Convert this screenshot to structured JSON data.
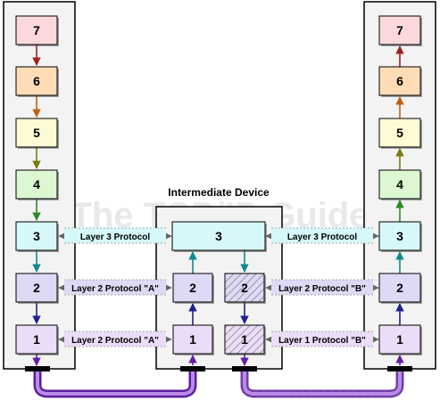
{
  "watermark": "The TCP/IP Guide",
  "device_title": "Intermediate Device",
  "colors": {
    "stack_bg": "#f3f3f3",
    "stack_border": "#000000",
    "layer_fills": {
      "7": "#fbd9db",
      "6": "#fddcb6",
      "5": "#fdfbd6",
      "4": "#ddf7d3",
      "3": "#d6f8fb",
      "2": "#ded9f5",
      "1": "#ebdcf7"
    },
    "arrow_colors": {
      "7-6": "#a02020",
      "6-5": "#c25e10",
      "5-4": "#7a7a10",
      "4-3": "#2a8a2a",
      "3-2": "#108a8a",
      "2-1": "#202090",
      "1-down": "#6020a0"
    },
    "protocol_fills": {
      "3": "#d6f8fb",
      "2": "#ded9f5",
      "1": "#ebdcf7"
    },
    "cable_purple": "#8a44c8",
    "cable_dark": "#5a1f9a"
  },
  "left_stack": {
    "layers": [
      "7",
      "6",
      "5",
      "4",
      "3",
      "2",
      "1"
    ]
  },
  "right_stack": {
    "layers": [
      "7",
      "6",
      "5",
      "4",
      "3",
      "2",
      "1"
    ]
  },
  "device": {
    "layer3": "3",
    "left_ports": [
      "2",
      "1"
    ],
    "right_ports": [
      "2",
      "1"
    ]
  },
  "protocols": {
    "left": [
      "Layer 3 Protocol",
      "Layer 2 Protocol \"A\"",
      "Layer 2 Protocol \"A\""
    ],
    "right": [
      "Layer 3 Protocol",
      "Layer 2 Protocol \"B\"",
      "Layer 1 Protocol \"B\""
    ]
  }
}
